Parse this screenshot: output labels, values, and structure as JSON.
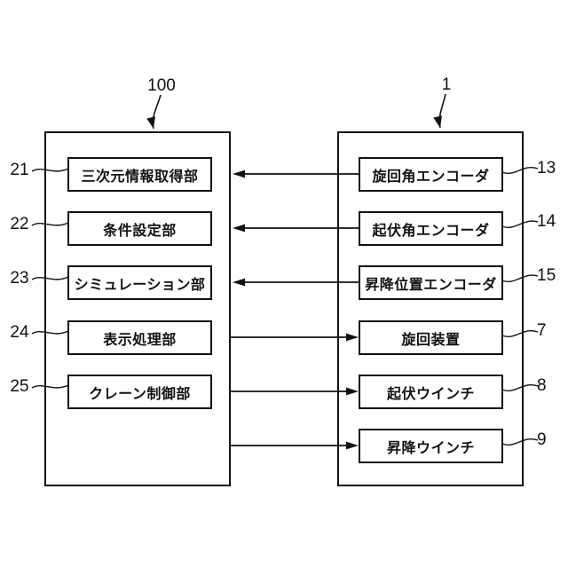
{
  "figure": {
    "background_color": "#ffffff",
    "line_color": "#111111"
  },
  "left_group": {
    "ref_label": "100",
    "blocks": [
      {
        "ref": "21",
        "label": "三次元情報取得部"
      },
      {
        "ref": "22",
        "label": "条件設定部"
      },
      {
        "ref": "23",
        "label": "シミュレーション部"
      },
      {
        "ref": "24",
        "label": "表示処理部"
      },
      {
        "ref": "25",
        "label": "クレーン制御部"
      }
    ]
  },
  "right_group": {
    "ref_label": "1",
    "blocks": [
      {
        "ref": "13",
        "label": "旋回角エンコーダ"
      },
      {
        "ref": "14",
        "label": "起伏角エンコーダ"
      },
      {
        "ref": "15",
        "label": "昇降位置エンコーダ"
      },
      {
        "ref": "7",
        "label": "旋回装置"
      },
      {
        "ref": "8",
        "label": "起伏ウインチ"
      },
      {
        "ref": "9",
        "label": "昇降ウインチ"
      }
    ]
  },
  "connections": [
    {
      "from": "旋回角エンコーダ",
      "to": "100",
      "direction": "right-to-left"
    },
    {
      "from": "起伏角エンコーダ",
      "to": "100",
      "direction": "right-to-left"
    },
    {
      "from": "昇降位置エンコーダ",
      "to": "100",
      "direction": "right-to-left"
    },
    {
      "from": "100",
      "to": "旋回装置",
      "direction": "left-to-right"
    },
    {
      "from": "100",
      "to": "起伏ウインチ",
      "direction": "left-to-right"
    },
    {
      "from": "100",
      "to": "昇降ウインチ",
      "direction": "left-to-right"
    }
  ]
}
